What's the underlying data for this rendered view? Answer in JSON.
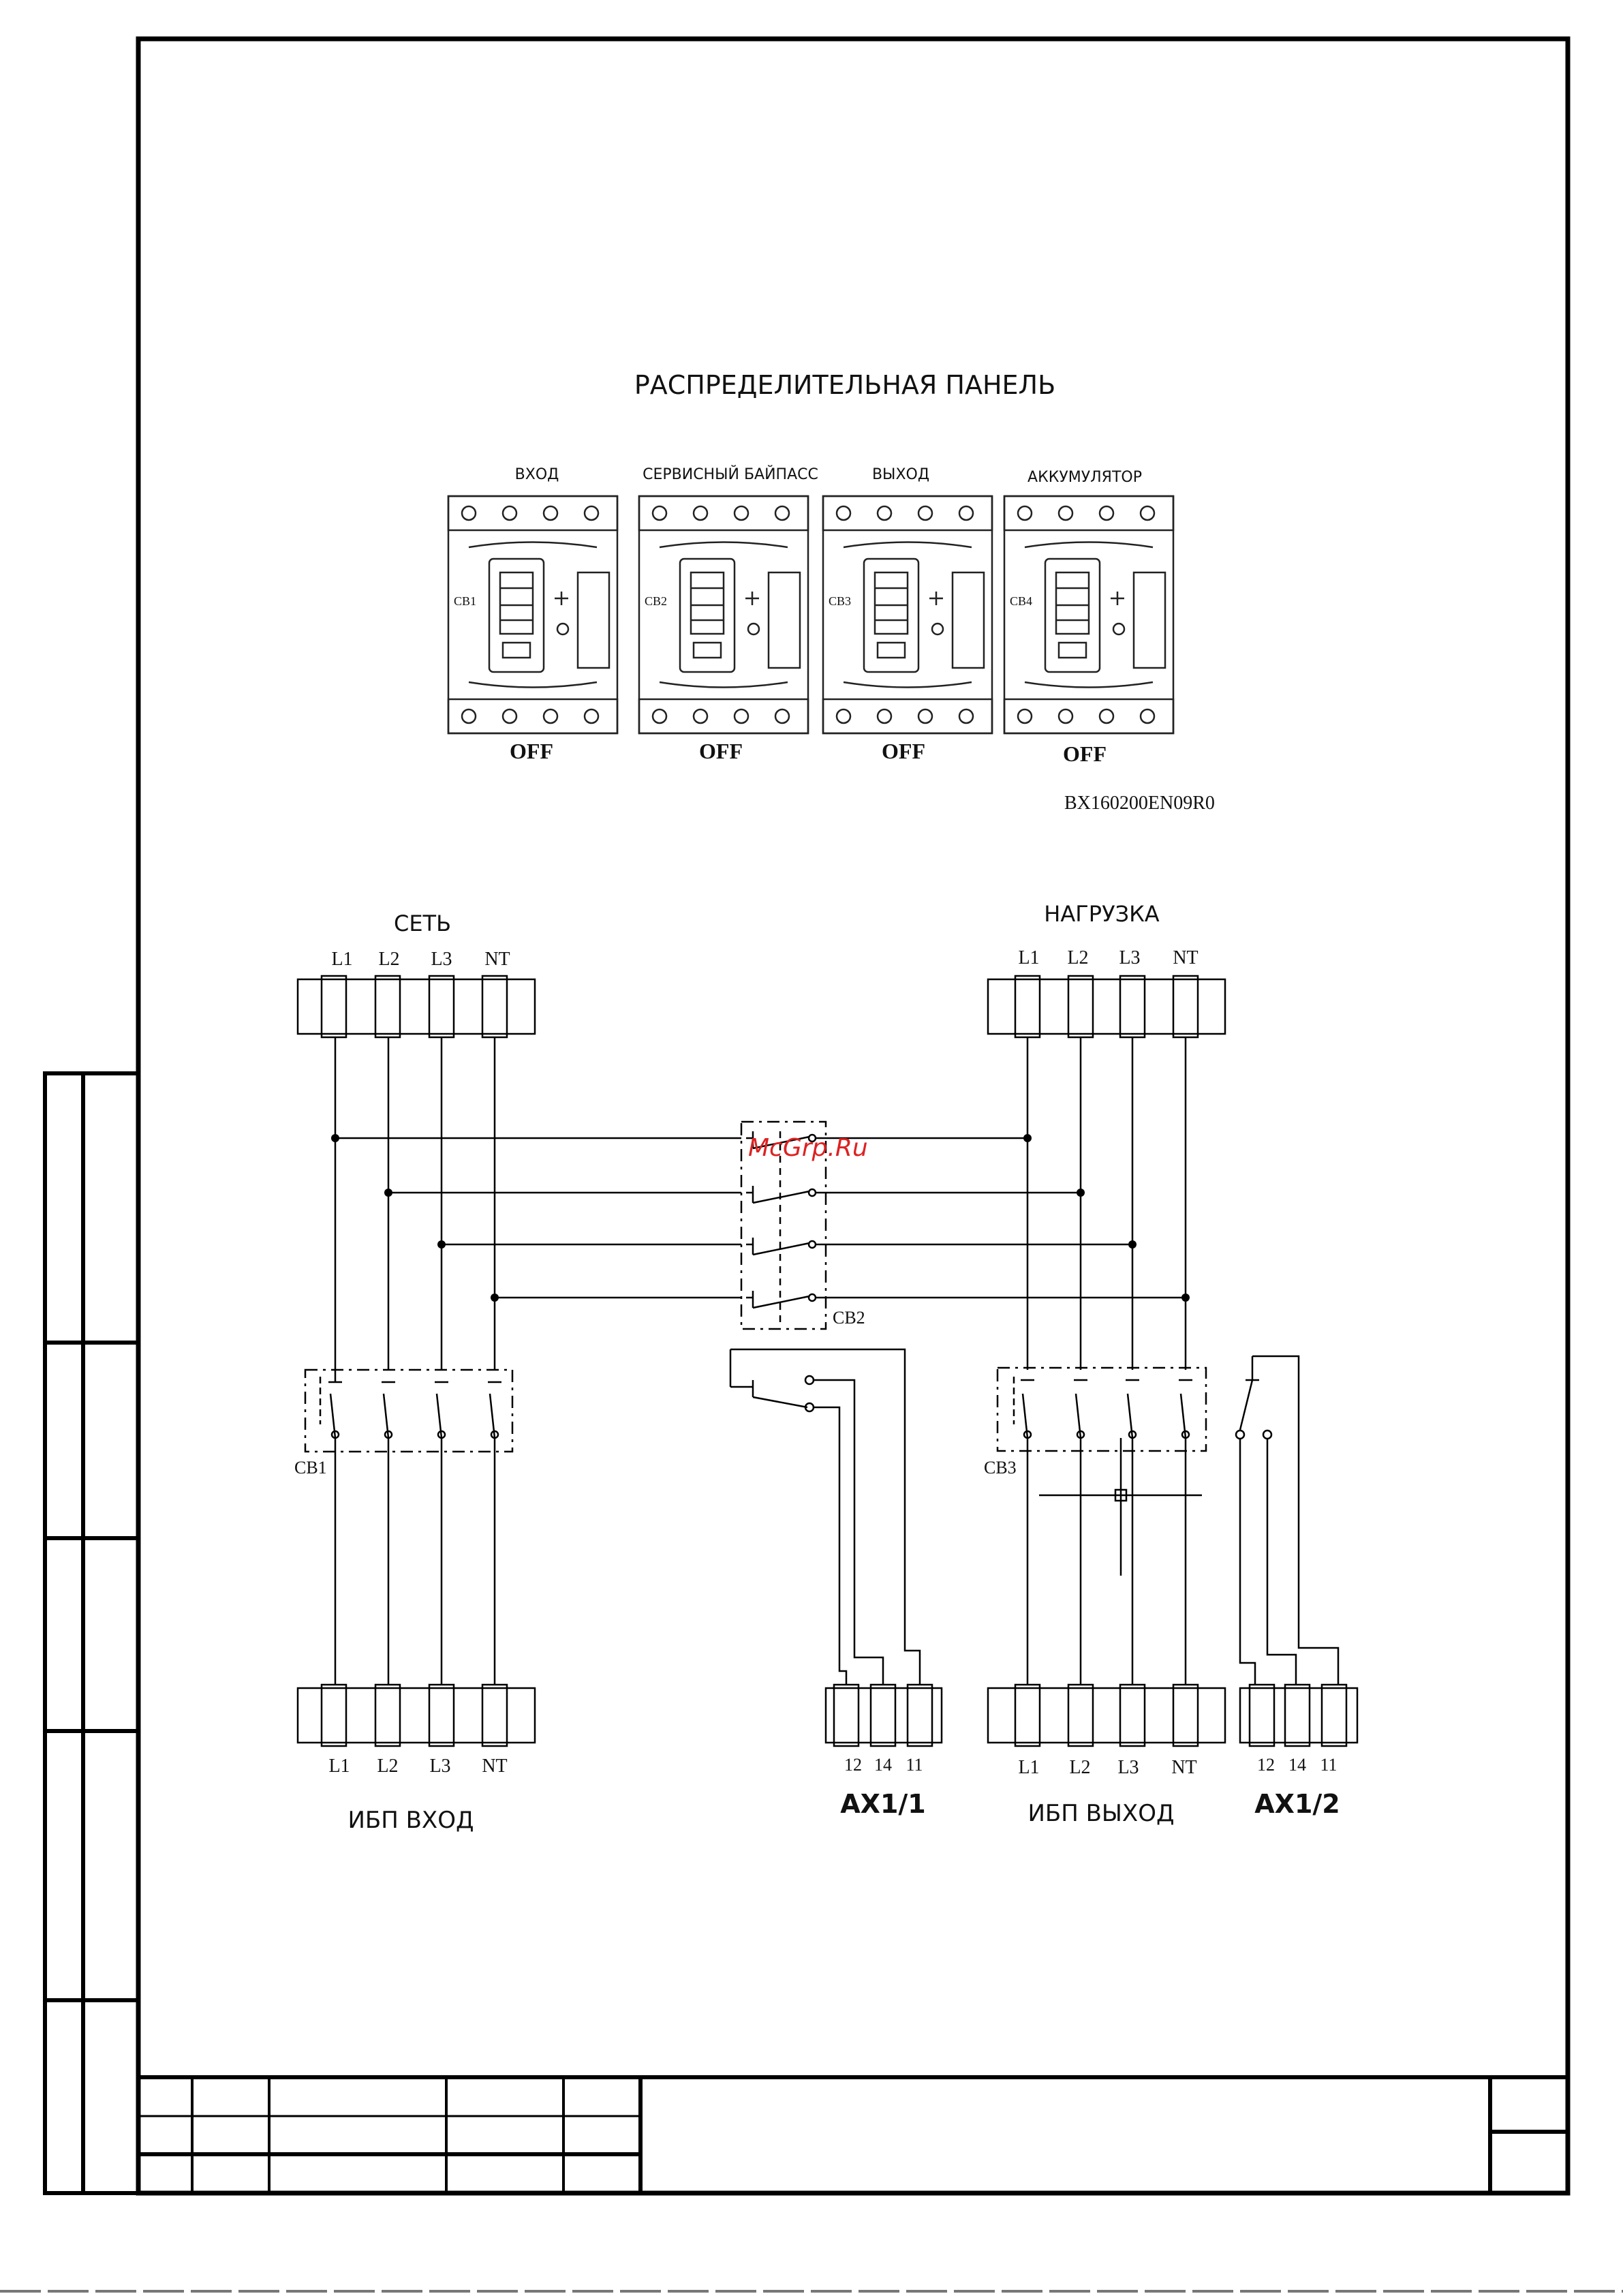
{
  "panel": {
    "title": "РАСПРЕДЕЛИТЕЛЬНАЯ ПАНЕЛЬ",
    "breakers": [
      {
        "label": "ВХОД",
        "id": "CB1",
        "state": "OFF"
      },
      {
        "label": "СЕРВИСНЫЙ БАЙПАСС",
        "id": "CB2",
        "state": "OFF"
      },
      {
        "label": "ВЫХОД",
        "id": "CB3",
        "state": "OFF"
      },
      {
        "label": "АККУМУЛЯТОР",
        "id": "CB4",
        "state": "OFF"
      }
    ],
    "code": "BX160200EN09R0"
  },
  "schematic": {
    "mains": {
      "title": "СЕТЬ",
      "terminals": [
        "L1",
        "L2",
        "L3",
        "NT"
      ]
    },
    "load": {
      "title": "НАГРУЗКА",
      "terminals": [
        "L1",
        "L2",
        "L3",
        "NT"
      ]
    },
    "ups_in": {
      "title": "ИБП ВХОД",
      "terminals": [
        "L1",
        "L2",
        "L3",
        "NT"
      ]
    },
    "ups_out": {
      "title": "ИБП ВЫХОД",
      "terminals": [
        "L1",
        "L2",
        "L3",
        "NT"
      ]
    },
    "ax1": {
      "title": "AX1/1",
      "terminals": [
        "12",
        "14",
        "11"
      ]
    },
    "ax2": {
      "title": "AX1/2",
      "terminals": [
        "12",
        "14",
        "11"
      ]
    },
    "breaker_labels": {
      "cb1": "CB1",
      "cb2": "CB2",
      "cb3": "CB3"
    }
  },
  "watermark": "McGrp.Ru"
}
